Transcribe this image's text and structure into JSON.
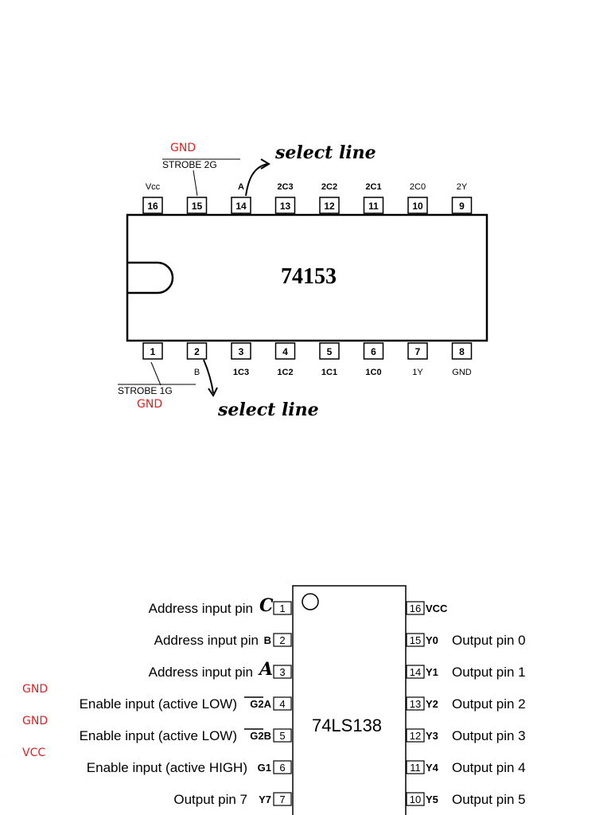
{
  "chip1": {
    "name": "74153",
    "top_pins": [
      {
        "num": "16",
        "label": "Vcc",
        "bold": false
      },
      {
        "num": "15",
        "label": "",
        "bold": false
      },
      {
        "num": "14",
        "label": "A",
        "bold": true
      },
      {
        "num": "13",
        "label": "2C3",
        "bold": true
      },
      {
        "num": "12",
        "label": "2C2",
        "bold": true
      },
      {
        "num": "11",
        "label": "2C1",
        "bold": true
      },
      {
        "num": "10",
        "label": "2C0",
        "bold": false
      },
      {
        "num": "9",
        "label": "2Y",
        "bold": false
      }
    ],
    "bottom_pins": [
      {
        "num": "1",
        "label": "",
        "bold": false
      },
      {
        "num": "2",
        "label": "B",
        "bold": false
      },
      {
        "num": "3",
        "label": "1C3",
        "bold": true
      },
      {
        "num": "4",
        "label": "1C2",
        "bold": true
      },
      {
        "num": "5",
        "label": "1C1",
        "bold": true
      },
      {
        "num": "6",
        "label": "1C0",
        "bold": true
      },
      {
        "num": "7",
        "label": "1Y",
        "bold": false
      },
      {
        "num": "8",
        "label": "GND",
        "bold": false
      }
    ],
    "strobe_top": "STROBE  2G",
    "strobe_bottom": "STROBE  1G",
    "note_top_gnd": "GND",
    "note_bottom_gnd": "GND",
    "note_select_top": "select line",
    "note_select_bottom": "select line"
  },
  "chip2": {
    "name": "74LS138",
    "left_pins": [
      {
        "num": "1",
        "desc": "Address input pin",
        "sig": "",
        "note": "C",
        "note_color": "black"
      },
      {
        "num": "2",
        "desc": "Address input pin",
        "sig": "B",
        "note": "",
        "note_color": ""
      },
      {
        "num": "3",
        "desc": "Address input pin",
        "sig": "",
        "note": "A",
        "note_color": "black"
      },
      {
        "num": "4",
        "desc": "Enable input (active LOW)",
        "sig": "G2A",
        "sig_bar": true,
        "note": "GND",
        "note_color": "red"
      },
      {
        "num": "5",
        "desc": "Enable input (active LOW)",
        "sig": "G2B",
        "sig_bar": true,
        "note": "GND",
        "note_color": "red"
      },
      {
        "num": "6",
        "desc": "Enable input (active HIGH)",
        "sig": "G1",
        "note": "VCC",
        "note_color": "red"
      },
      {
        "num": "7",
        "desc": "Output pin 7",
        "sig": "Y7",
        "note": "",
        "note_color": ""
      }
    ],
    "right_pins": [
      {
        "num": "16",
        "sig": "VCC",
        "desc": ""
      },
      {
        "num": "15",
        "sig": "Y0",
        "desc": "Output pin 0"
      },
      {
        "num": "14",
        "sig": "Y1",
        "desc": "Output pin 1"
      },
      {
        "num": "13",
        "sig": "Y2",
        "desc": "Output pin 2"
      },
      {
        "num": "12",
        "sig": "Y3",
        "desc": "Output pin 3"
      },
      {
        "num": "11",
        "sig": "Y4",
        "desc": "Output pin 4"
      },
      {
        "num": "10",
        "sig": "Y5",
        "desc": "Output pin 5"
      }
    ]
  }
}
